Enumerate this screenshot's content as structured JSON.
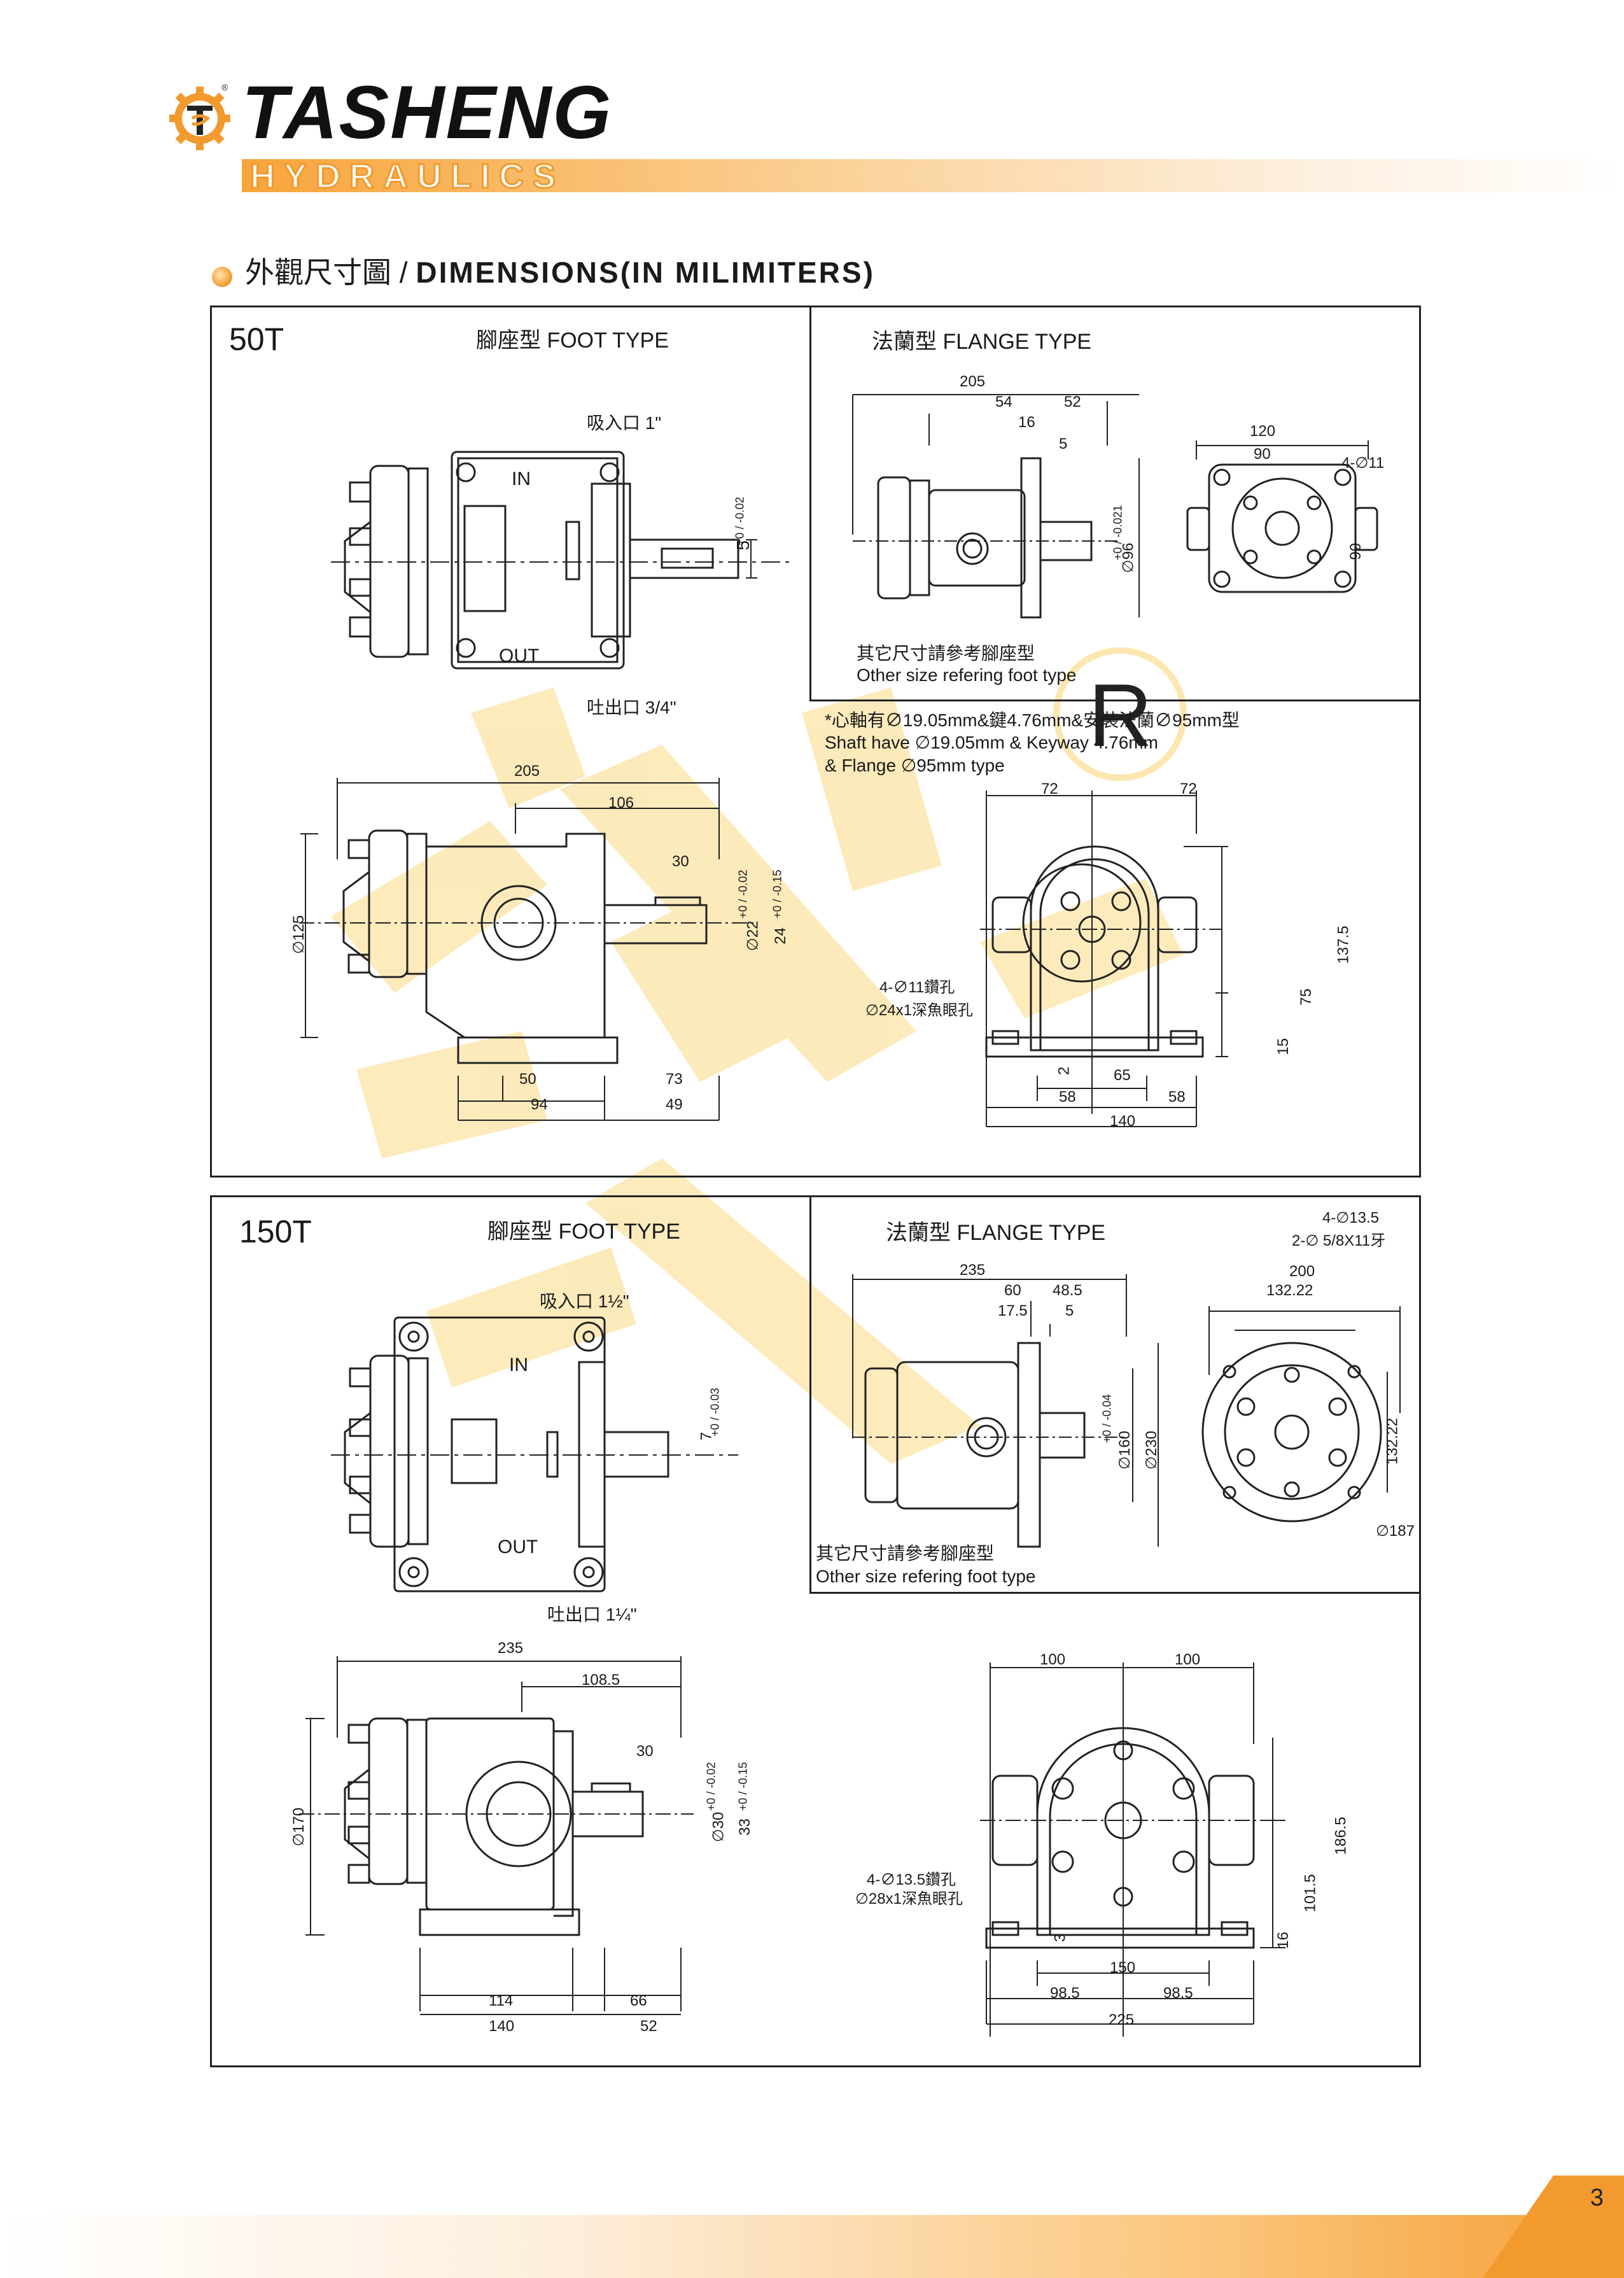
{
  "header": {
    "brand": "TASHENG",
    "brand_sub": "HYDRAULICS",
    "registered_mark": "®"
  },
  "section": {
    "title_cn": "外觀尺寸圖",
    "separator": " / ",
    "title_en": "DIMENSIONS(IN MILIMITERS)"
  },
  "panel_50t": {
    "model": "50T",
    "foot_type": "腳座型  FOOT TYPE",
    "flange_type": "法蘭型  FLANGE TYPE",
    "suction_port": "吸入口 1\"",
    "discharge_port": "吐出口 3/4\"",
    "in_label": "IN",
    "out_label": "OUT",
    "flange_note_cn": "其它尺寸請參考腳座型",
    "flange_note_en": "Other size refering foot type",
    "shaft_note_1": "*心軸有∅19.05mm&鍵4.76mm&安裝法蘭∅95mm型",
    "shaft_note_2": "Shaft have  ∅19.05mm  & Keyway 4.76mm",
    "shaft_note_3": "& Flange   ∅95mm type",
    "hole_note_1": "4-∅11鑽孔",
    "hole_note_2": "∅24x1深魚眼孔",
    "dims": {
      "top_key": "5",
      "top_key_tol": "+0 / -0.02",
      "fl_205": "205",
      "fl_54": "54",
      "fl_52": "52",
      "fl_16": "16",
      "fl_5": "5",
      "fl_96": "∅96",
      "fl_96_tol": "+0 / -0.021",
      "fl_120": "120",
      "fl_90w": "90",
      "fl_90h": "90",
      "fl_holes": "4-∅11",
      "side_205": "205",
      "side_106": "106",
      "side_30": "30",
      "side_d125": "∅125",
      "side_d22": "∅22",
      "side_d22_tol": "+0 / -0.02",
      "side_24": "24",
      "side_24_tol": "+0 / -0.15",
      "side_50": "50",
      "side_73": "73",
      "side_94": "94",
      "side_49": "49",
      "front_72a": "72",
      "front_72b": "72",
      "front_137": "137.5",
      "front_75": "75",
      "front_15": "15",
      "front_2": "2",
      "front_65": "65",
      "front_58a": "58",
      "front_58b": "58",
      "front_140": "140"
    }
  },
  "panel_150t": {
    "model": "150T",
    "foot_type": "腳座型  FOOT TYPE",
    "flange_type": "法蘭型  FLANGE TYPE",
    "suction_port": "吸入口 1½\"",
    "discharge_port": "吐出口 1¼\"",
    "in_label": "IN",
    "out_label": "OUT",
    "flange_note_cn": "其它尺寸請參考腳座型",
    "flange_note_en": "Other size refering foot type",
    "hole_note_1": "4-∅13.5鑽孔",
    "hole_note_2": "∅28x1深魚眼孔",
    "dims": {
      "top_key": "7",
      "top_key_tol": "+0 / -0.03",
      "fl_235": "235",
      "fl_60": "60",
      "fl_48": "48.5",
      "fl_17": "17.5",
      "fl_5": "5",
      "fl_160": "∅160",
      "fl_160_tol": "+0 / -0.04",
      "fl_230": "∅230",
      "fl_holes_1": "4-∅13.5",
      "fl_holes_2": "2-∅ 5/8X11牙",
      "fl_200": "200",
      "fl_132w": "132.22",
      "fl_132h": "132.22",
      "fl_187": "∅187",
      "side_235": "235",
      "side_108": "108.5",
      "side_30": "30",
      "side_d170": "∅170",
      "side_d30": "∅30",
      "side_d30_tol": "+0 / -0.02",
      "side_33": "33",
      "side_33_tol": "+0 / -0.15",
      "side_114": "114",
      "side_66": "66",
      "side_140": "140",
      "side_52": "52",
      "front_100a": "100",
      "front_100b": "100",
      "front_186": "186.5",
      "front_101": "101.5",
      "front_16": "16",
      "front_3": "3",
      "front_150": "150",
      "front_98a": "98.5",
      "front_98b": "98.5",
      "front_225": "225"
    }
  },
  "footer": {
    "page_number": "3"
  },
  "colors": {
    "accent": "#f29a2e",
    "watermark": "#fde7b0",
    "line": "#222222"
  }
}
